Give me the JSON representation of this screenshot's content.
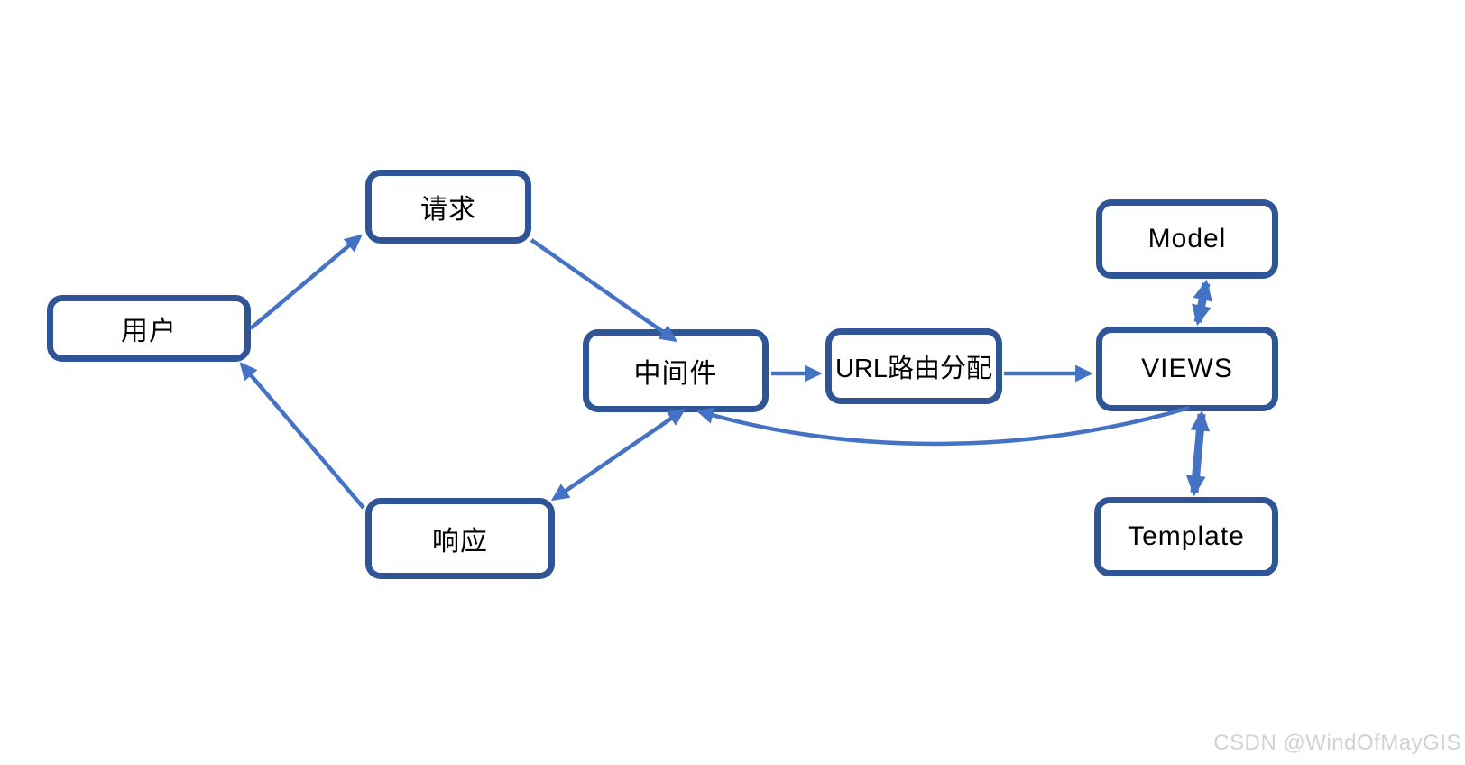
{
  "diagram": {
    "description_domain": "Django request/response flow diagram",
    "nodes": {
      "user": {
        "label": "用户"
      },
      "request": {
        "label": "请求"
      },
      "middleware": {
        "label": "中间件"
      },
      "url_dispatch": {
        "label": "URL路由分配"
      },
      "views": {
        "label": "VIEWS"
      },
      "model": {
        "label": "Model"
      },
      "template": {
        "label": "Template"
      },
      "response": {
        "label": "响应"
      }
    },
    "edges": [
      {
        "from": "用户",
        "to": "请求",
        "direction": "one-way"
      },
      {
        "from": "请求",
        "to": "中间件",
        "direction": "one-way"
      },
      {
        "from": "中间件",
        "to": "URL路由分配",
        "direction": "one-way"
      },
      {
        "from": "URL路由分配",
        "to": "VIEWS",
        "direction": "one-way"
      },
      {
        "from": "Model",
        "to": "VIEWS",
        "direction": "two-way"
      },
      {
        "from": "VIEWS",
        "to": "Template",
        "direction": "two-way"
      },
      {
        "from": "VIEWS",
        "to": "中间件",
        "direction": "one-way",
        "shape": "curved"
      },
      {
        "from": "中间件",
        "to": "响应",
        "direction": "two-way"
      },
      {
        "from": "响应",
        "to": "用户",
        "direction": "one-way"
      }
    ],
    "colors": {
      "node_border": "#2F5597",
      "node_fill": "#FFFFFF",
      "arrow": "#4472C4",
      "label_text": "#000000",
      "watermark": "#D2D2D2",
      "background": "#FFFFFF"
    }
  },
  "watermark": {
    "text": "CSDN @WindOfMayGIS"
  }
}
